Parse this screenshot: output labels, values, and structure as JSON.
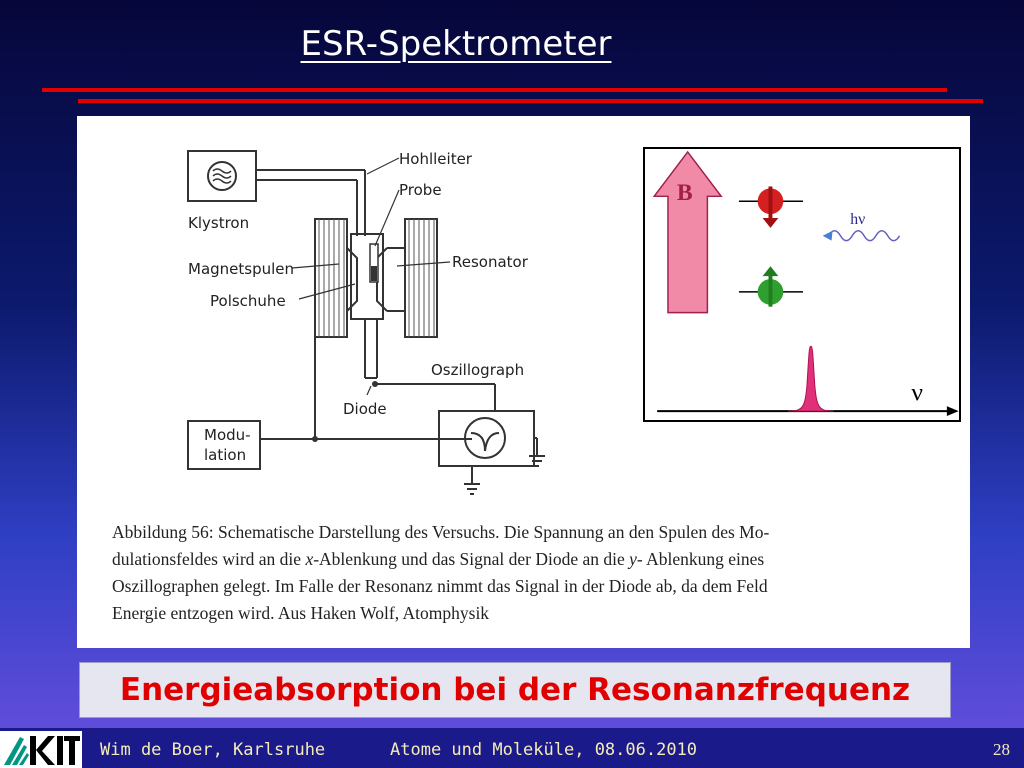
{
  "slide": {
    "title": "ESR-Spektrometer",
    "headline": "Energieabsorption bei der Resonanzfrequenz"
  },
  "schematic": {
    "labels": {
      "hohlleiter": "Hohlleiter",
      "probe": "Probe",
      "klystron": "Klystron",
      "magnetspulen": "Magnetspulen",
      "polschuhe": "Polschuhe",
      "resonator": "Resonator",
      "oszillograph": "Oszillograph",
      "diode": "Diode",
      "modulation_line1": "Modu-",
      "modulation_line2": "lation"
    }
  },
  "esr_diagram": {
    "field_label": "B",
    "photon_label": "hν",
    "axis_label": "ν"
  },
  "caption": {
    "line1": "Abbildung 56: Schematische Darstellung des Versuchs. Die Spannung an den Spulen des Mo-",
    "line2_part1": "dulationsfeldes wird an die ",
    "line2_var1": "x",
    "line2_part2": "-Ablenkung und das Signal der Diode an die ",
    "line2_var2": "y",
    "line2_part3": "- Ablenkung eines",
    "line3": "Oszillographen gelegt. Im Falle der Resonanz nimmt das Signal in der Diode ab, da dem Feld",
    "line4": "Energie entzogen wird. Aus Haken Wolf, Atomphysik"
  },
  "footer": {
    "author": "Wim de Boer, Karlsruhe",
    "course": "Atome und Moleküle,  08.06.2010",
    "page": "28"
  },
  "colors": {
    "title_text": "#ffffff",
    "rule_red": "#e00000",
    "headline_text": "#e00000",
    "footer_text": "#f4ecb8",
    "arrow_pink": "#f08aa6",
    "spin_down_red": "#d42020",
    "spin_up_green": "#2fa02f",
    "peak_magenta": "#e0307a"
  }
}
